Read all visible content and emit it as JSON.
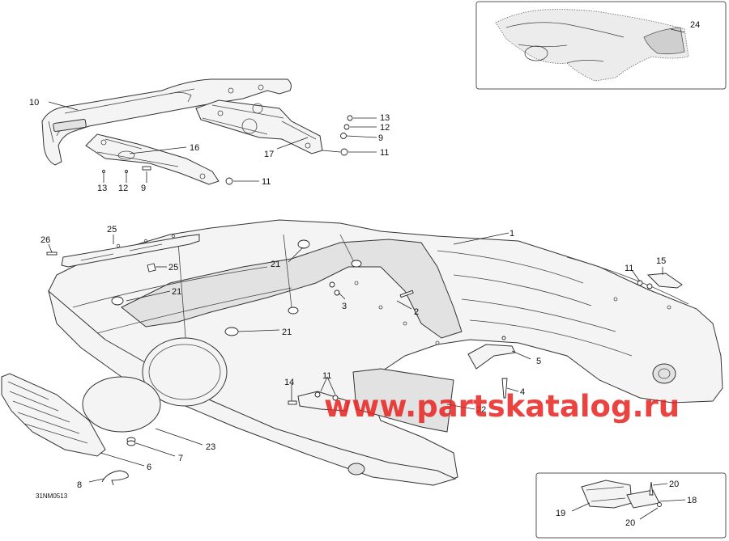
{
  "diagram": {
    "reference_code": "31NM0513",
    "watermark": "www.partskatalog.ru",
    "callouts": [
      {
        "id": "c1",
        "label": "1"
      },
      {
        "id": "c2",
        "label": "2"
      },
      {
        "id": "c3",
        "label": "3"
      },
      {
        "id": "c4",
        "label": "4"
      },
      {
        "id": "c5",
        "label": "5"
      },
      {
        "id": "c6",
        "label": "6"
      },
      {
        "id": "c7",
        "label": "7"
      },
      {
        "id": "c8",
        "label": "8"
      },
      {
        "id": "c9a",
        "label": "9"
      },
      {
        "id": "c9b",
        "label": "9"
      },
      {
        "id": "c10",
        "label": "10"
      },
      {
        "id": "c11a",
        "label": "11"
      },
      {
        "id": "c11b",
        "label": "11"
      },
      {
        "id": "c11c",
        "label": "11"
      },
      {
        "id": "c11d",
        "label": "11"
      },
      {
        "id": "c12a",
        "label": "12"
      },
      {
        "id": "c12b",
        "label": "12"
      },
      {
        "id": "c13a",
        "label": "13"
      },
      {
        "id": "c13b",
        "label": "13"
      },
      {
        "id": "c14",
        "label": "14"
      },
      {
        "id": "c15",
        "label": "15"
      },
      {
        "id": "c16",
        "label": "16"
      },
      {
        "id": "c17",
        "label": "17"
      },
      {
        "id": "c18",
        "label": "18"
      },
      {
        "id": "c19",
        "label": "19"
      },
      {
        "id": "c20a",
        "label": "20"
      },
      {
        "id": "c20b",
        "label": "20"
      },
      {
        "id": "c21a",
        "label": "21"
      },
      {
        "id": "c21b",
        "label": "21"
      },
      {
        "id": "c21c",
        "label": "21"
      },
      {
        "id": "c22",
        "label": "22"
      },
      {
        "id": "c23",
        "label": "23"
      },
      {
        "id": "c24",
        "label": "24"
      },
      {
        "id": "c25a",
        "label": "25"
      },
      {
        "id": "c25b",
        "label": "25"
      },
      {
        "id": "c26",
        "label": "26"
      }
    ]
  }
}
